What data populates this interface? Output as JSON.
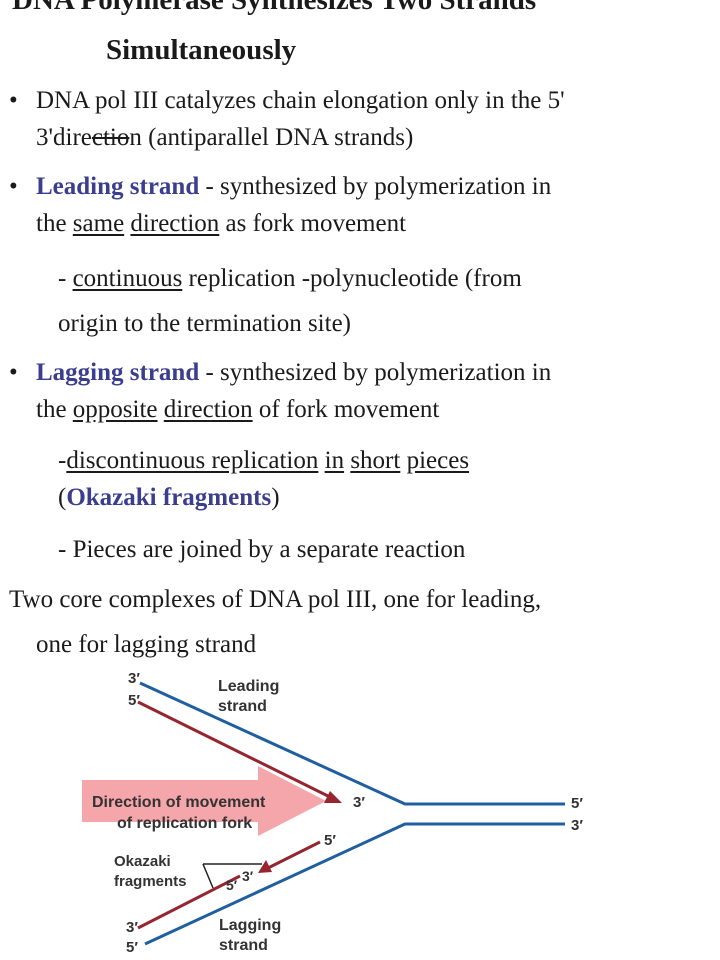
{
  "title": {
    "line1": "DNA Polymerase Synthesizes Two Strands",
    "line2": "Simultaneously"
  },
  "bullets": [
    {
      "marker": "•",
      "line1": "DNA pol III catalyzes chain elongation only in the 5'",
      "line2_a": "3'dire",
      "line2_strike": "ctio",
      "line2_b": "n (antiparallel DNA strands)"
    },
    {
      "marker": "•",
      "term": "Leading strand",
      "line1_rest": " - synthesized by polymerization in",
      "line2_a": "the ",
      "u1": "same",
      "u2": "direction",
      "line2_b": " as fork movement"
    },
    {
      "marker": "•",
      "term": "Lagging strand",
      "line1_rest": " - synthesized by polymerization in",
      "line2_a": "the ",
      "u1": "opposite",
      "u2": "direction",
      "line2_b": " of fork movement"
    }
  ],
  "sub": {
    "leading_a": "- ",
    "leading_u": "continuous",
    "leading_b": " replication -polynucleotide (from",
    "leading_line2": "origin to the termination site)",
    "lagging_a": "-",
    "lagging_u1": "discontinuous replication",
    "lagging_u2": "in",
    "lagging_u3": "short",
    "lagging_u4": "pieces",
    "lagging_open": "(",
    "lagging_term": "Okazaki fragments",
    "lagging_close": ")",
    "joined": "- Pieces are joined by a separate reaction"
  },
  "closing": {
    "line1": "Two core complexes of DNA pol III, one for leading,",
    "line2": "one for lagging strand"
  },
  "diagram": {
    "labels": {
      "leading_label_1": "Leading",
      "leading_label_2": "strand",
      "lagging_label_1": "Lagging",
      "lagging_label_2": "strand",
      "direction_1": "Direction of movement",
      "direction_2": "of replication fork",
      "okazaki_1": "Okazaki",
      "okazaki_2": "fragments",
      "end_3_top": "3′",
      "end_5_top": "5′",
      "leading_new_3": "3′",
      "right_5": "5′",
      "right_3": "3′",
      "lag_new_5": "5′",
      "frag_3": "3′",
      "frag_5": "5′",
      "end_3_bot": "3′",
      "end_5_bot": "5′"
    },
    "colors": {
      "template_strand": "#1f5fa0",
      "new_strand": "#962530",
      "arrow_fill": "#f4a6ab"
    }
  }
}
